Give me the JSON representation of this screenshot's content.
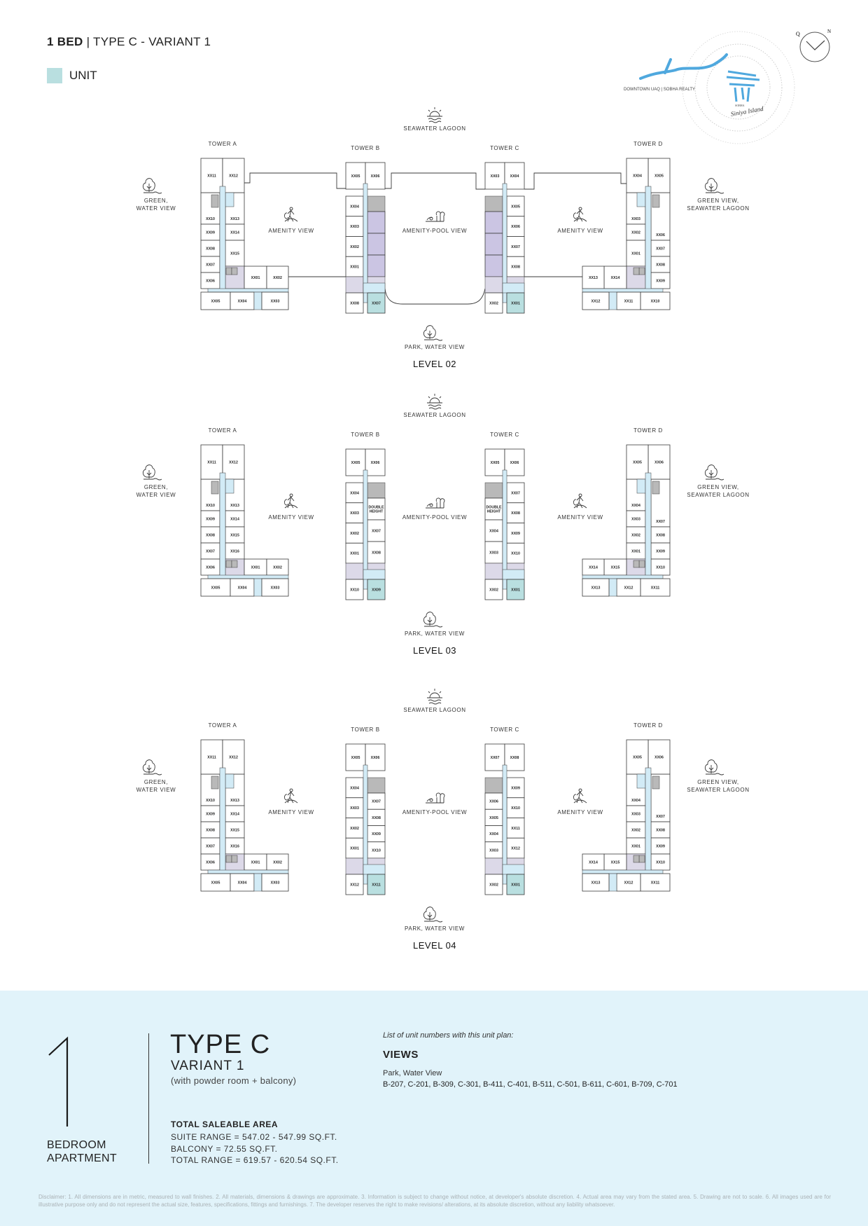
{
  "header": {
    "title_bold": "1 BED",
    "title_rest": "| TYPE C - VARIANT 1"
  },
  "legend": {
    "label": "UNIT",
    "color": "#b9dfe0"
  },
  "logo": {
    "tagline": "DOWNTOWN UAQ | SOBHA REALTY",
    "brand": "SOBHA",
    "name": "Siniya Island"
  },
  "compass": {
    "q": "Q",
    "n": "N"
  },
  "colors": {
    "corridor": "#d2ebf6",
    "highlight": "#b9dfe0",
    "amenity": "#cbc5e3",
    "core": "#b9b9b9",
    "core_light": "#dcd9e8",
    "line": "#3a3a3a"
  },
  "views": {
    "top": "SEAWATER LAGOON",
    "left": [
      "GREEN,",
      "WATER VIEW"
    ],
    "amenity_left": "AMENITY VIEW",
    "pool": "AMENITY-POOL VIEW",
    "amenity_right": "AMENITY VIEW",
    "right": [
      "GREEN VIEW,",
      "SEAWATER LAGOON"
    ],
    "bottom": "PARK, WATER VIEW"
  },
  "levels": [
    {
      "title": "LEVEL 02",
      "show_podium": true,
      "towers": {
        "A": {
          "name": "TOWER A",
          "top": [
            "XX11",
            "XX12"
          ],
          "outer": [
            "XX10",
            "XX09",
            "XX08",
            "XX07",
            "XX06"
          ],
          "inner": [
            "XX13",
            "XX14",
            "XX15"
          ],
          "wing": [
            "XX01",
            "XX02"
          ],
          "bottom": [
            "XX05",
            "XX04",
            "XX03"
          ]
        },
        "B": {
          "name": "TOWER B",
          "top": [
            "XX05",
            "XX06"
          ],
          "left": [
            "XX04",
            "XX03",
            "XX02",
            "XX01"
          ],
          "right": [
            {
              "label": "",
              "kind": "amenity"
            },
            {
              "label": "",
              "kind": "amenity"
            },
            {
              "label": "",
              "kind": "amenity"
            }
          ],
          "bottom_left": "XX08",
          "bottom_right": "XX07",
          "highlight": "XX07"
        },
        "C": {
          "name": "TOWER C",
          "top": [
            "XX03",
            "XX04"
          ],
          "left": [
            {
              "label": "",
              "kind": "amenity"
            },
            {
              "label": "",
              "kind": "amenity"
            },
            {
              "label": "",
              "kind": "amenity"
            }
          ],
          "right": [
            "XX05",
            "XX06",
            "XX07",
            "XX08"
          ],
          "bottom_left": "XX02",
          "bottom_right": "XX01",
          "highlight": "XX01"
        },
        "D": {
          "name": "TOWER D",
          "top": [
            "XX05",
            "XX04"
          ],
          "outer": [
            "XX06",
            "XX07",
            "XX08",
            "XX09"
          ],
          "inner": [
            "XX03",
            "XX02",
            "XX01"
          ],
          "wing": [
            "XX14",
            "XX13"
          ],
          "bottom": [
            "XX10",
            "XX11",
            "XX12"
          ]
        }
      }
    },
    {
      "title": "LEVEL 03",
      "show_podium": false,
      "towers": {
        "A": {
          "name": "TOWER A",
          "top": [
            "XX11",
            "XX12"
          ],
          "outer": [
            "XX10",
            "XX09",
            "XX08",
            "XX07",
            "XX06"
          ],
          "inner": [
            "XX13",
            "XX14",
            "XX15",
            "XX16"
          ],
          "wing": [
            "XX01",
            "XX02"
          ],
          "bottom": [
            "XX05",
            "XX04",
            "XX03"
          ]
        },
        "B": {
          "name": "TOWER B",
          "top": [
            "XX05",
            "XX06"
          ],
          "left": [
            "XX04",
            "XX03",
            "XX02",
            "XX01"
          ],
          "right": [
            {
              "label": "DOUBLE HEIGHT",
              "kind": "unit"
            },
            "XX07",
            "XX08"
          ],
          "bottom_left": "XX10",
          "bottom_right": "XX09",
          "highlight": "XX09"
        },
        "C": {
          "name": "TOWER C",
          "top": [
            "XX05",
            "XX06"
          ],
          "left": [
            {
              "label": "DOUBLE HEIGHT",
              "kind": "unit"
            },
            "XX04",
            "XX03"
          ],
          "right": [
            "XX07",
            "XX08",
            "XX09",
            "XX10"
          ],
          "bottom_left": "XX02",
          "bottom_right": "XX01",
          "highlight": "XX01"
        },
        "D": {
          "name": "TOWER D",
          "top": [
            "XX06",
            "XX05"
          ],
          "outer": [
            "XX07",
            "XX08",
            "XX09",
            "XX10"
          ],
          "inner": [
            "XX04",
            "XX03",
            "XX02",
            "XX01"
          ],
          "wing": [
            "XX15",
            "XX14"
          ],
          "bottom": [
            "XX11",
            "XX12",
            "XX13"
          ]
        }
      }
    },
    {
      "title": "LEVEL 04",
      "show_podium": false,
      "towers": {
        "A": {
          "name": "TOWER A",
          "top": [
            "XX11",
            "XX12"
          ],
          "outer": [
            "XX10",
            "XX09",
            "XX08",
            "XX07",
            "XX06"
          ],
          "inner": [
            "XX13",
            "XX14",
            "XX15",
            "XX16"
          ],
          "wing": [
            "XX01",
            "XX02"
          ],
          "bottom": [
            "XX05",
            "XX04",
            "XX03"
          ]
        },
        "B": {
          "name": "TOWER B",
          "top": [
            "XX05",
            "XX06"
          ],
          "left": [
            "XX04",
            "XX03",
            "XX02",
            "XX01"
          ],
          "right": [
            "XX07",
            "XX08",
            "XX09",
            "XX10"
          ],
          "bottom_left": "XX12",
          "bottom_right": "XX11",
          "highlight": "XX11"
        },
        "C": {
          "name": "TOWER C",
          "top": [
            "XX07",
            "XX08"
          ],
          "left": [
            "XX06",
            "XX05",
            "XX04",
            "XX03"
          ],
          "right": [
            "XX09",
            "XX10",
            "XX11",
            "XX12"
          ],
          "bottom_left": "XX02",
          "bottom_right": "XX01",
          "highlight": "XX01"
        },
        "D": {
          "name": "TOWER D",
          "top": [
            "XX06",
            "XX05"
          ],
          "outer": [
            "XX07",
            "XX08",
            "XX09",
            "XX10"
          ],
          "inner": [
            "XX04",
            "XX03",
            "XX02",
            "XX01"
          ],
          "wing": [
            "XX15",
            "XX14"
          ],
          "bottom": [
            "XX11",
            "XX12",
            "XX13"
          ]
        }
      }
    }
  ],
  "summary": {
    "big_number": "1",
    "bedroom": "BEDROOM",
    "apartment": "APARTMENT",
    "type": "TYPE C",
    "variant": "VARIANT 1",
    "variant_note": "(with powder room + balcony)",
    "area_heading": "TOTAL SALEABLE AREA",
    "suite_range": "SUITE RANGE = 547.02 - 547.99 SQ.FT.",
    "balcony": "BALCONY = 72.55 SQ.FT.",
    "total_range": "TOTAL RANGE = 619.57 - 620.54 SQ.FT.",
    "list_note": "List of unit numbers with this unit plan:",
    "views_heading": "VIEWS",
    "views_sub": "Park, Water View",
    "units_list": "B-207, C-201, B-309, C-301, B-411, C-401, B-511, C-501, B-611, C-601, B-709, C-701"
  },
  "disclaimer": "Disclaimer: 1. All dimensions are in metric, measured to wall finishes. 2. All materials, dimensions & drawings are approximate. 3. Information is subject to change without notice, at developer's absolute discretion. 4. Actual area may vary from the stated area. 5. Drawing are not to scale. 6. All images used are for illustrative purpose only and do not represent the actual size, features, specifications, fittings and furnishings. 7. The developer reserves the right to make revisions/ alterations, at its absolute discretion, without any liability whatsoever."
}
